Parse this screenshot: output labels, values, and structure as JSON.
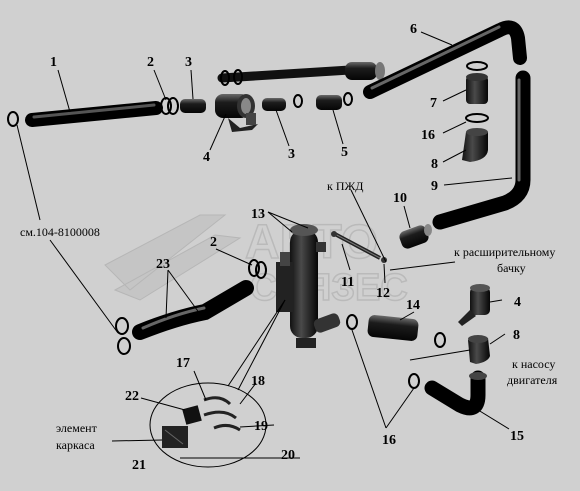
{
  "parts": [
    {
      "id": "p1",
      "text": "1"
    },
    {
      "id": "p2a",
      "text": "2"
    },
    {
      "id": "p3a",
      "text": "3"
    },
    {
      "id": "p4a",
      "text": "4"
    },
    {
      "id": "p3b",
      "text": "3"
    },
    {
      "id": "p5",
      "text": "5"
    },
    {
      "id": "p6",
      "text": "6"
    },
    {
      "id": "p7",
      "text": "7"
    },
    {
      "id": "p16a",
      "text": "16"
    },
    {
      "id": "p8a",
      "text": "8"
    },
    {
      "id": "p9",
      "text": "9"
    },
    {
      "id": "p10",
      "text": "10"
    },
    {
      "id": "p13",
      "text": "13"
    },
    {
      "id": "p2b",
      "text": "2"
    },
    {
      "id": "p23",
      "text": "23"
    },
    {
      "id": "p11",
      "text": "11"
    },
    {
      "id": "p12",
      "text": "12"
    },
    {
      "id": "p14",
      "text": "14"
    },
    {
      "id": "p4b",
      "text": "4"
    },
    {
      "id": "p8b",
      "text": "8"
    },
    {
      "id": "p17",
      "text": "17"
    },
    {
      "id": "p18",
      "text": "18"
    },
    {
      "id": "p22",
      "text": "22"
    },
    {
      "id": "p19",
      "text": "19"
    },
    {
      "id": "p20",
      "text": "20"
    },
    {
      "id": "p21",
      "text": "21"
    },
    {
      "id": "p16b",
      "text": "16"
    },
    {
      "id": "p15",
      "text": "15"
    }
  ],
  "labels": {
    "ref": "см.104-8100008",
    "pzhd": "к ПЖД",
    "expansion_1": "к расширительному",
    "expansion_2": "бачку",
    "pump_1": "к насосу",
    "pump_2": "двигателя",
    "frame_1": "элемент",
    "frame_2": "каркаса"
  },
  "watermark": "АВТО СВЯЗЕС"
}
